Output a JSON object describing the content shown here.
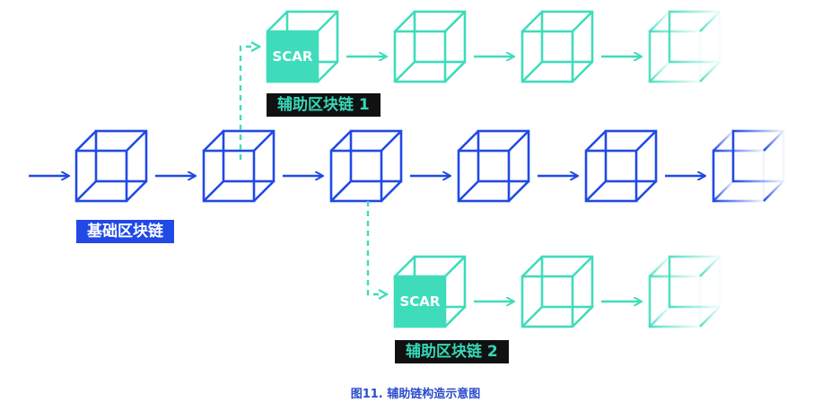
{
  "labels": {
    "main_chain": "基础区块链",
    "side_chain_1": "辅助区块链 1",
    "side_chain_2": "辅助区块链 2",
    "scar": "SCAR"
  },
  "caption": "图11. 辅助链构造示意图",
  "colors": {
    "main_blue": "#2049e6",
    "side_teal": "#3fdcbb",
    "scar_fill": "#3fdcbb",
    "label_bg_dark": "#111111",
    "label_text_teal": "#36d7b7",
    "caption_blue": "#2b4ccc"
  },
  "chains": {
    "main": {
      "block_count": 6,
      "fade_last": true
    },
    "side_1": {
      "block_count": 4,
      "first_is_scar": true,
      "fade_last": true,
      "branches_from_block": 2
    },
    "side_2": {
      "block_count": 3,
      "first_is_scar": true,
      "fade_last": true,
      "branches_from_block": 3
    }
  }
}
